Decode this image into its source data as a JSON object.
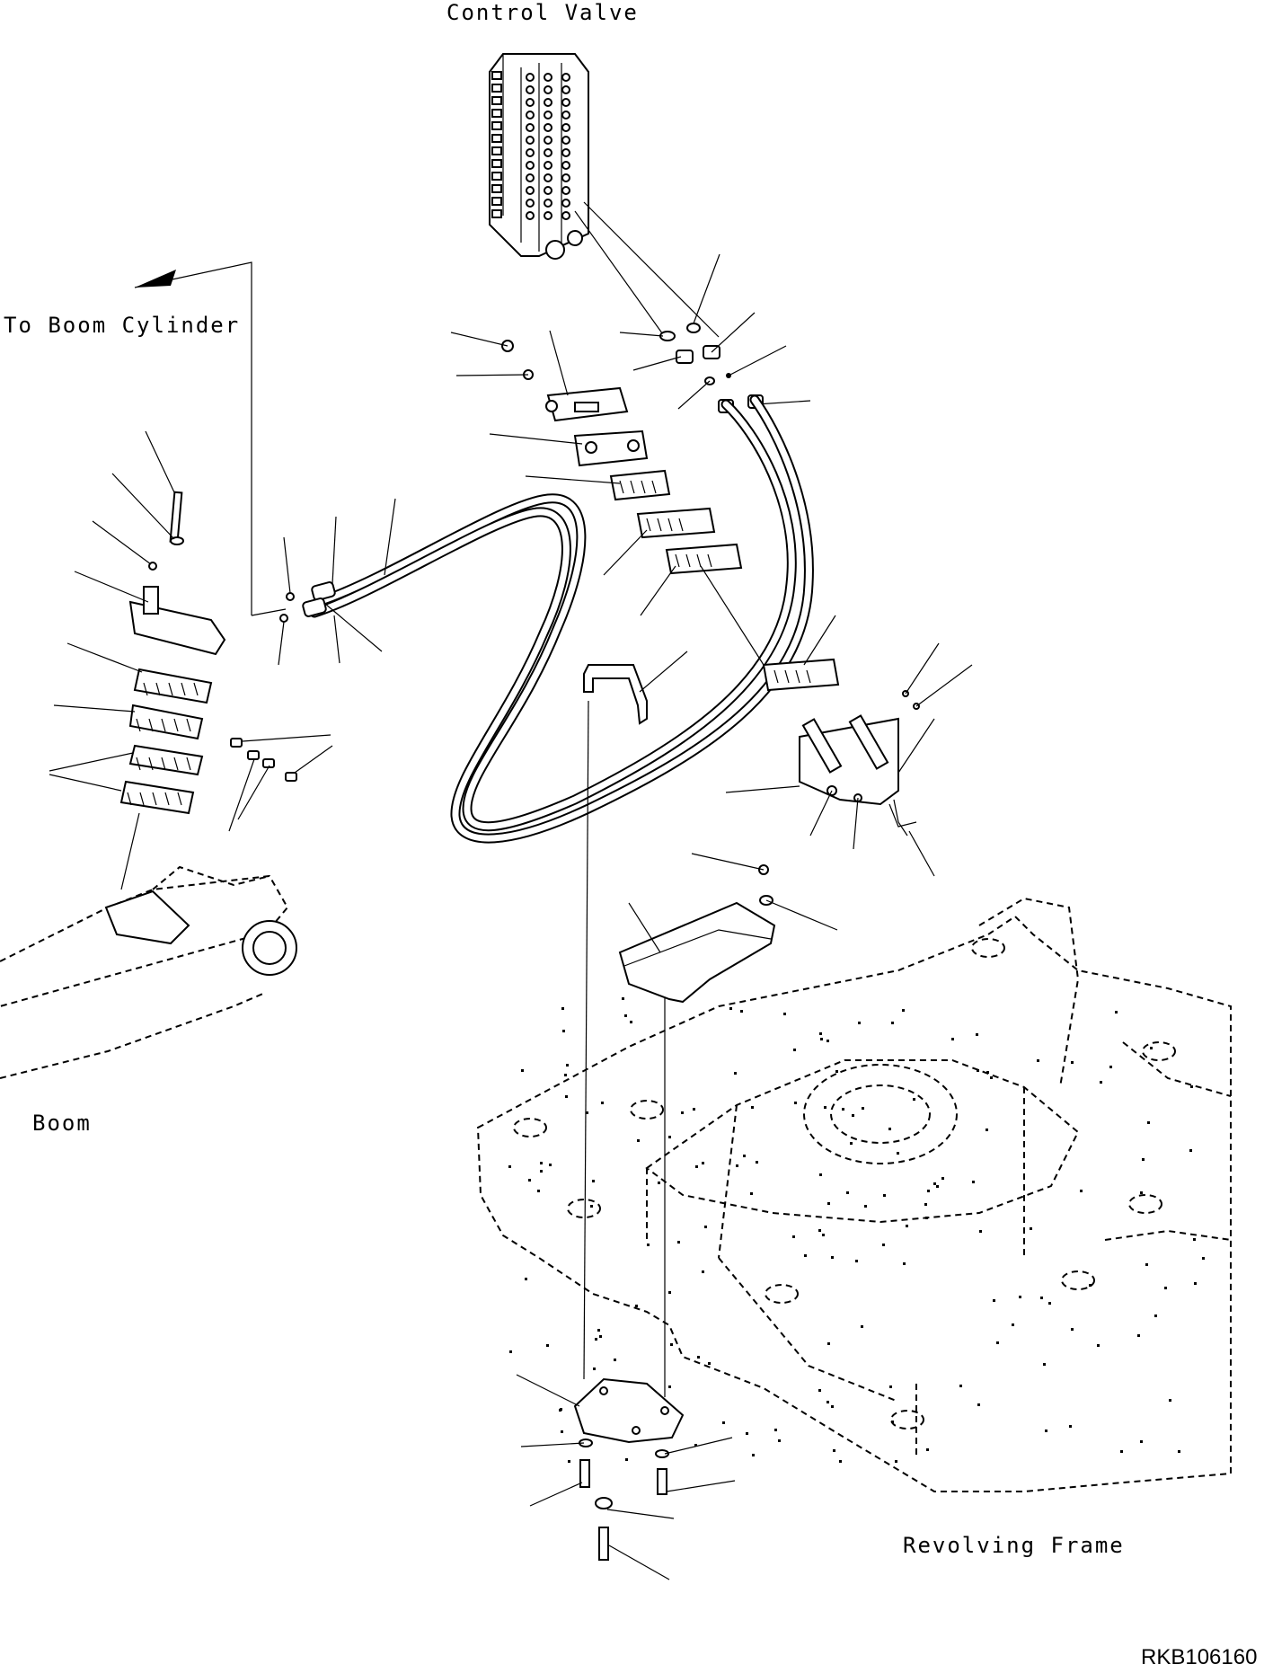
{
  "labels": {
    "control_valve": "Control Valve",
    "to_boom_cylinder": "To Boom Cylinder",
    "boom": "Boom",
    "revolving_frame": "Revolving Frame"
  },
  "drawing_code": "RKB106160"
}
